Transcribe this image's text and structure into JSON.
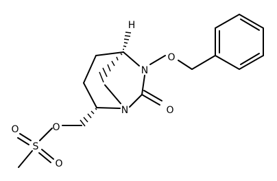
{
  "structure": {
    "atoms": {
      "H": "H",
      "O_ether": "O",
      "N_upper": "N",
      "O_carbonyl": "O",
      "N_lower": "N",
      "O_ester": "O",
      "S": "S",
      "O_sulfonyl_top": "O",
      "O_sulfonyl_bottom": "O"
    }
  }
}
